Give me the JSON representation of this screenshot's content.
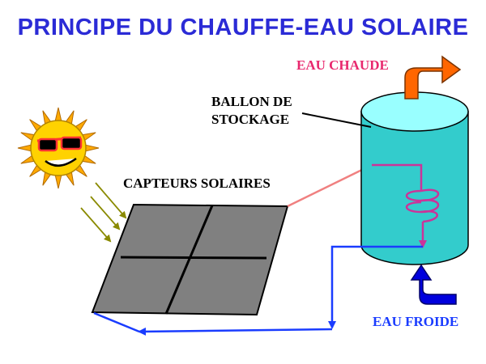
{
  "title": "PRINCIPE DU CHAUFFE-EAU SOLAIRE",
  "labels": {
    "hot_water": "EAU CHAUDE",
    "storage_tank_line1": "BALLON DE",
    "storage_tank_line2": "STOCKAGE",
    "solar_collectors": "CAPTEURS SOLAIRES",
    "cold_water": "EAU FROIDE"
  },
  "colors": {
    "title": "#2b2bd6",
    "hot_water_label": "#e8286e",
    "cold_water_label": "#1a3cff",
    "tank_body": "#33cccc",
    "tank_top": "#99ffff",
    "hot_pipe": "#ff6600",
    "cold_pipe": "#0000dd",
    "collector": "#808080",
    "sun": "#ffd200",
    "heat_pipe": "#f08080",
    "coil": "#cc3399",
    "circuit": "#1a3cff"
  },
  "icons": [
    "sun-icon",
    "sunglasses-icon",
    "sun-ray-arrow-icon"
  ]
}
